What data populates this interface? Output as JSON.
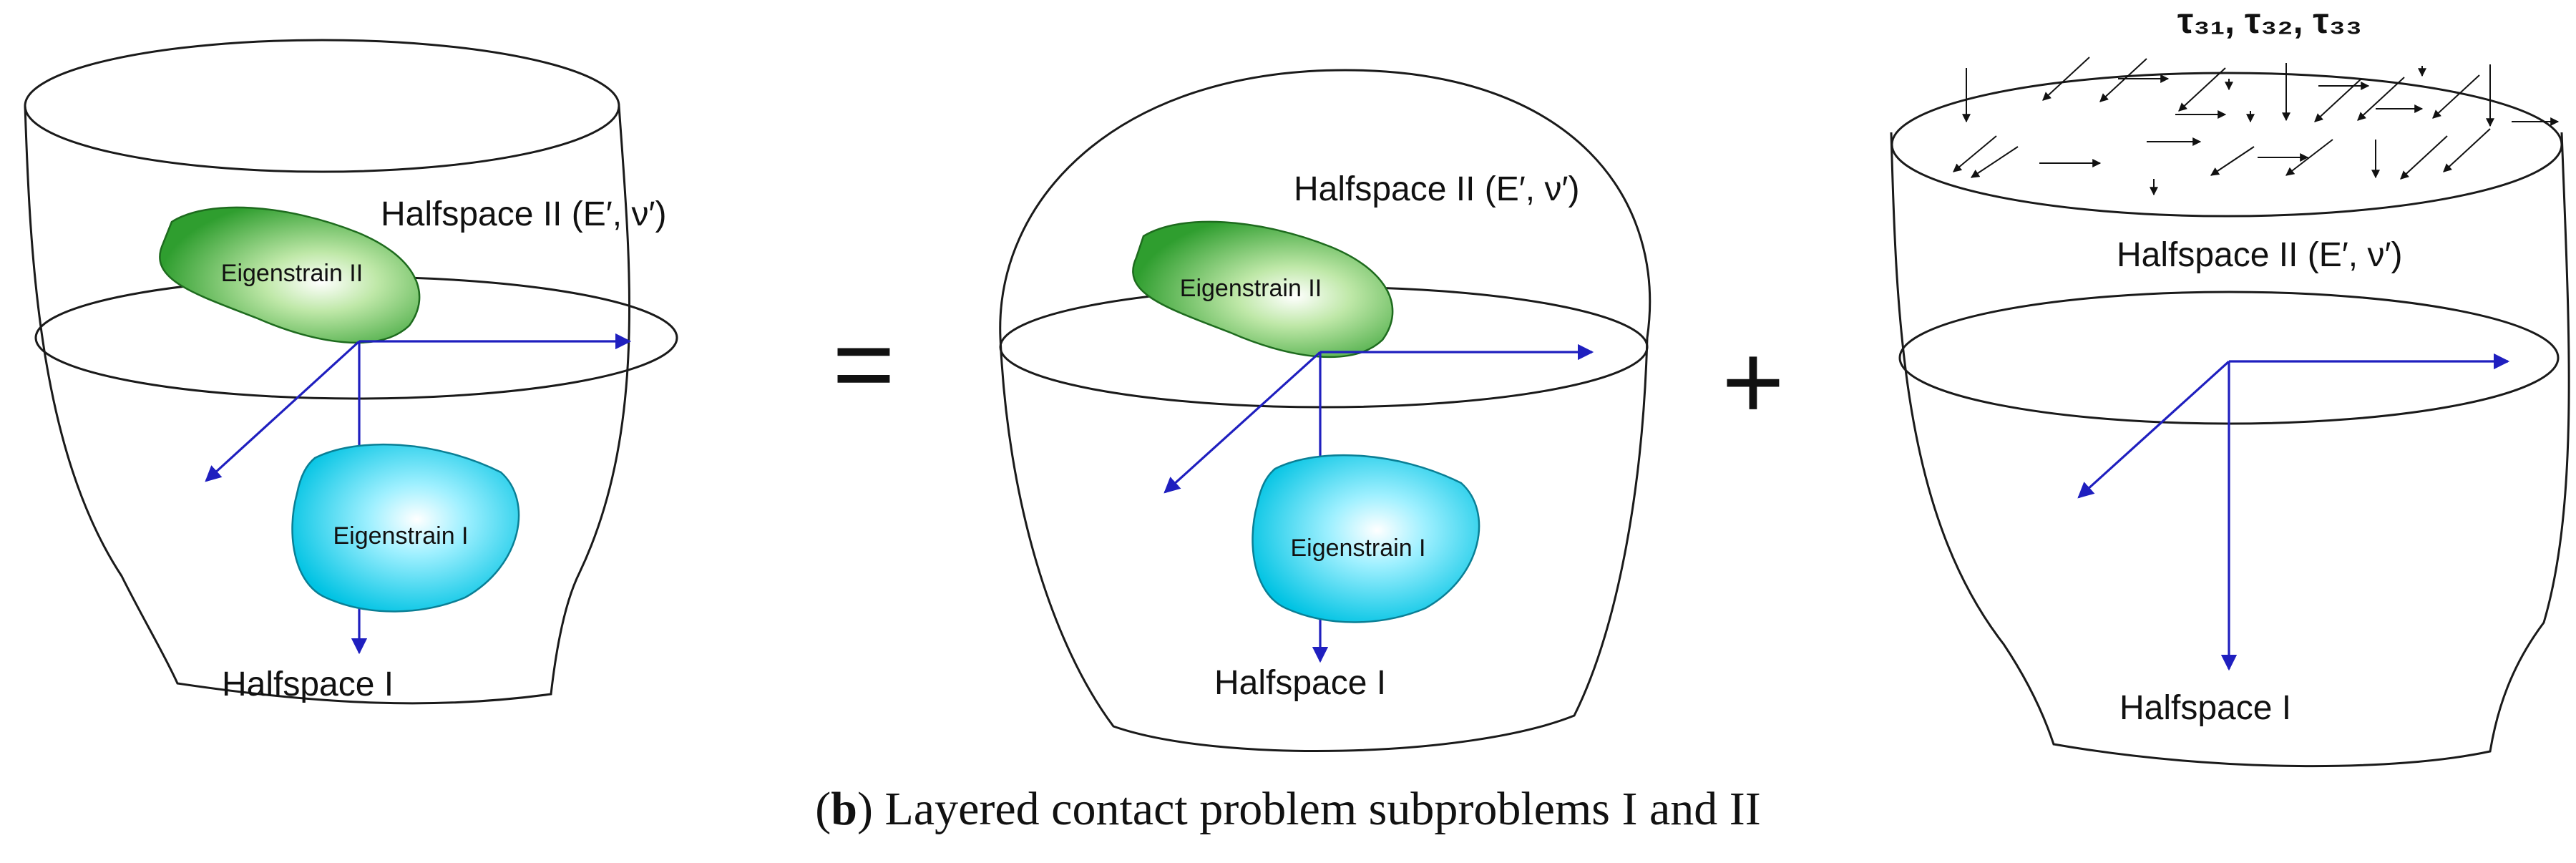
{
  "panel_1": {
    "label_halfspace_2": "Halfspace II (E′, ν′)",
    "label_halfspace_1": "Halfspace I",
    "inclusion_2": "Eigenstrain II",
    "inclusion_1": "Eigenstrain I"
  },
  "operator_equals": "=",
  "panel_2": {
    "label_halfspace_2": "Halfspace II (E′, ν′)",
    "label_halfspace_1": "Halfspace I",
    "inclusion_2": "Eigenstrain II",
    "inclusion_1": "Eigenstrain I"
  },
  "operator_plus": "+",
  "panel_3": {
    "traction_label": "τ₃₁, τ₃₂, τ₃₃",
    "label_halfspace_2": "Halfspace II (E′, ν′)",
    "label_halfspace_1": "Halfspace I"
  },
  "caption": {
    "bold_part": "b",
    "open_paren": "(",
    "rest": ") Layered contact problem subproblems I and II"
  },
  "colors": {
    "axis": "#1f1fbf",
    "eigenstrain_2": "#2ea02e",
    "eigenstrain_1": "#00c8e6",
    "outline": "#1a1a1a"
  }
}
